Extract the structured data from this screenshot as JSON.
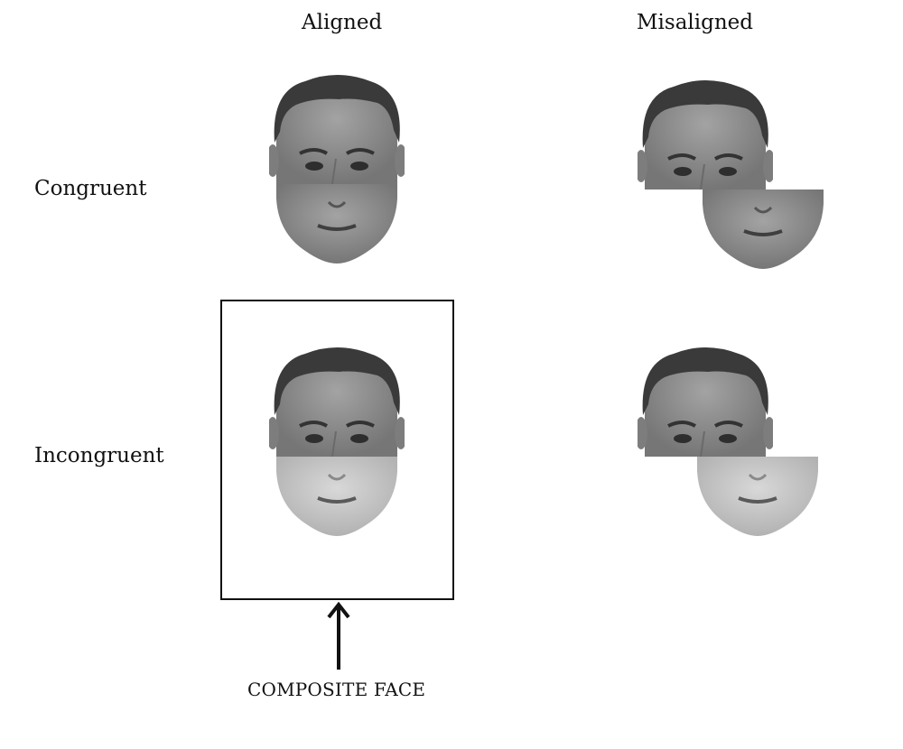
{
  "columns": {
    "aligned": "Aligned",
    "misaligned": "Misaligned"
  },
  "rows": {
    "congruent": "Congruent",
    "incongruent": "Incongruent"
  },
  "annotation": {
    "caption": "COMPOSITE FACE"
  },
  "colors": {
    "hair": "#3a3a3a",
    "skin_top": "#8c8c8c",
    "skin_bottom_congruent": "#8e8e8e",
    "skin_bottom_incongruent": "#c8c8c8",
    "frame": "#111111"
  }
}
